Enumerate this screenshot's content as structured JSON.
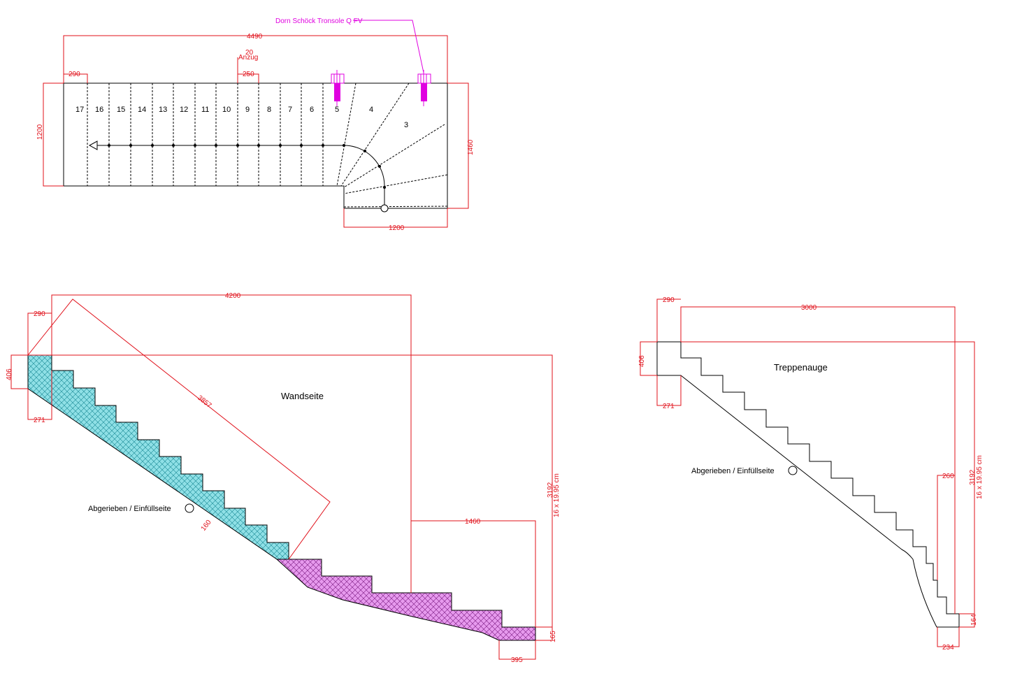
{
  "plan": {
    "anchor_label": "Dorn Schöck Tronsole Q FV",
    "dim_total_length": "4490",
    "dim_first_tread": "290",
    "dim_tread": "250",
    "dim_slope_value": "20",
    "dim_slope_label": "Anzug",
    "dim_width": "1200",
    "dim_right_height": "1460",
    "dim_bottom_width": "1200",
    "step_numbers": [
      "17",
      "16",
      "15",
      "14",
      "13",
      "12",
      "11",
      "10",
      "9",
      "8",
      "7",
      "6",
      "5",
      "4",
      "3"
    ]
  },
  "wall_side": {
    "title": "Wandseite",
    "fill_label": "Abgerieben / Einfüllseite",
    "dim_top": "4200",
    "dim_top_left": "290",
    "dim_left_height": "406",
    "dim_left_bottom": "271",
    "dim_diagonal": "3857",
    "dim_thickness": "160",
    "dim_lower_width": "1460",
    "dim_right_height": "3192",
    "dim_right_steps": "16 x 19.95 cm",
    "dim_bottom_height": "165",
    "dim_bottom_width": "395"
  },
  "stair_eye": {
    "title": "Treppenauge",
    "fill_label": "Abgerieben / Einfüllseite",
    "dim_top_left": "290",
    "dim_top": "3000",
    "dim_left_height": "406",
    "dim_left_bottom": "271",
    "dim_inner": "260",
    "dim_right_height": "3192",
    "dim_right_steps": "16 x 19.95 cm",
    "dim_bottom_height": "164",
    "dim_bottom_width": "234"
  },
  "colors": {
    "dimension": "#e0101a",
    "hatch_cyan": "#6fd6dc",
    "hatch_magenta": "#e070e8",
    "anchor_magenta": "#e000e0"
  }
}
